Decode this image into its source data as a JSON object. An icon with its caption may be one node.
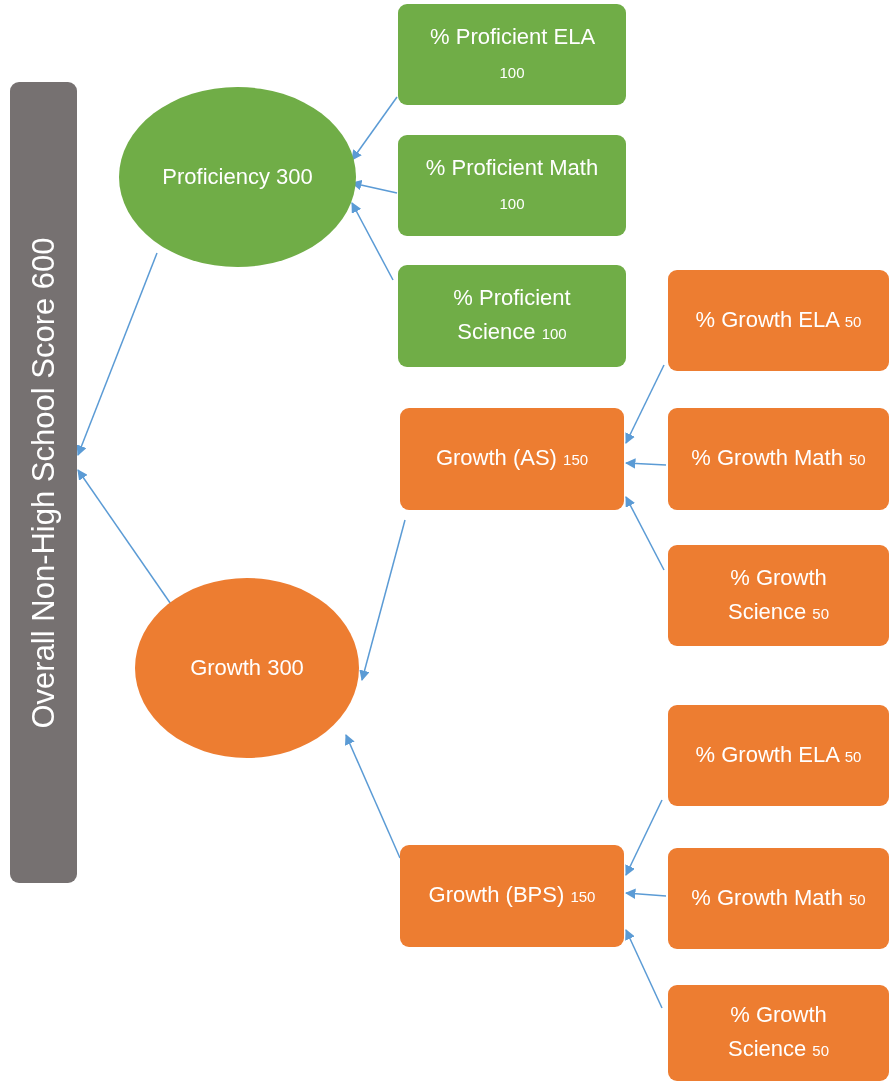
{
  "diagram": {
    "nodes": [
      {
        "text": [
          "Overall Non-High School Score 600"
        ]
      },
      {
        "text": [
          "Proficiency 300"
        ]
      },
      {
        "text": [
          "Growth 300"
        ]
      },
      {
        "text": [
          "% Proficient ELA",
          "100"
        ]
      },
      {
        "text": [
          "% Proficient Math",
          "100"
        ]
      },
      {
        "text": [
          "% Proficient Science",
          "100"
        ]
      },
      {
        "text": [
          "Growth (AS)",
          "150"
        ]
      },
      {
        "text": [
          "% Growth ELA",
          "50"
        ]
      },
      {
        "text": [
          "% Growth Math",
          "50"
        ]
      },
      {
        "text": [
          "% Growth Science",
          "50"
        ]
      },
      {
        "text": [
          "Growth (BPS)",
          "150"
        ]
      },
      {
        "text": [
          "% Growth ELA",
          "50"
        ]
      },
      {
        "text": [
          "% Growth Math",
          "50"
        ]
      },
      {
        "text": [
          "% Growth Science",
          "50"
        ]
      }
    ],
    "edges": [
      {
        "from": 3,
        "to": 1,
        "arrow": "to"
      },
      {
        "from": 4,
        "to": 1,
        "arrow": "to"
      },
      {
        "from": 5,
        "to": 1,
        "arrow": "to"
      },
      {
        "from": 1,
        "to": 0,
        "arrow": "to"
      },
      {
        "from": 2,
        "to": 0,
        "arrow": "to"
      },
      {
        "from": 6,
        "to": 2,
        "arrow": "to"
      },
      {
        "from": 10,
        "to": 2,
        "arrow": "to"
      },
      {
        "from": 7,
        "to": 6,
        "arrow": "to"
      },
      {
        "from": 8,
        "to": 6,
        "arrow": "to"
      },
      {
        "from": 9,
        "to": 6,
        "arrow": "to"
      },
      {
        "from": 11,
        "to": 10,
        "arrow": "to"
      },
      {
        "from": 12,
        "to": 10,
        "arrow": "to"
      },
      {
        "from": 13,
        "to": 10,
        "arrow": "to"
      }
    ]
  }
}
